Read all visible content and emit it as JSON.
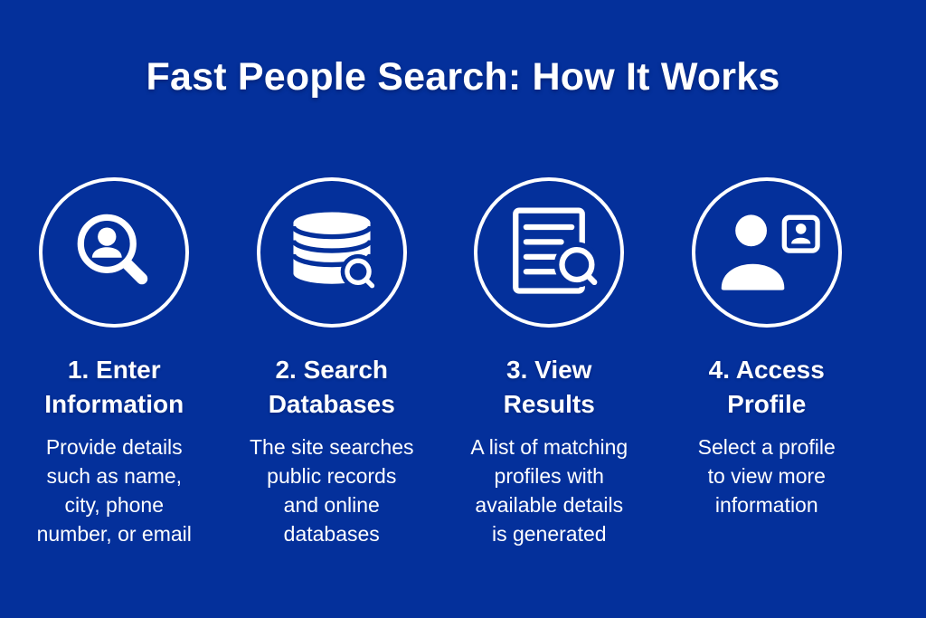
{
  "title": "Fast People Search: How It Works",
  "colors": {
    "background": "#04309B",
    "foreground": "#FFFFFF"
  },
  "steps": [
    {
      "icon": "person-search-icon",
      "title": [
        "1. Enter",
        "Information"
      ],
      "description": [
        "Provide details",
        "such as name,",
        "city, phone",
        "number, or email"
      ]
    },
    {
      "icon": "database-search-icon",
      "title": [
        "2. Search",
        "Databases"
      ],
      "description": [
        "The site searches",
        "public records",
        "and online",
        "databases"
      ]
    },
    {
      "icon": "document-search-icon",
      "title": [
        "3. View",
        "Results"
      ],
      "description": [
        "A list of matching",
        "profiles with",
        "available details",
        "is generated"
      ]
    },
    {
      "icon": "profile-card-icon",
      "title": [
        "4. Access",
        "Profile"
      ],
      "description": [
        "Select a profile",
        "to view more",
        "information"
      ]
    }
  ]
}
